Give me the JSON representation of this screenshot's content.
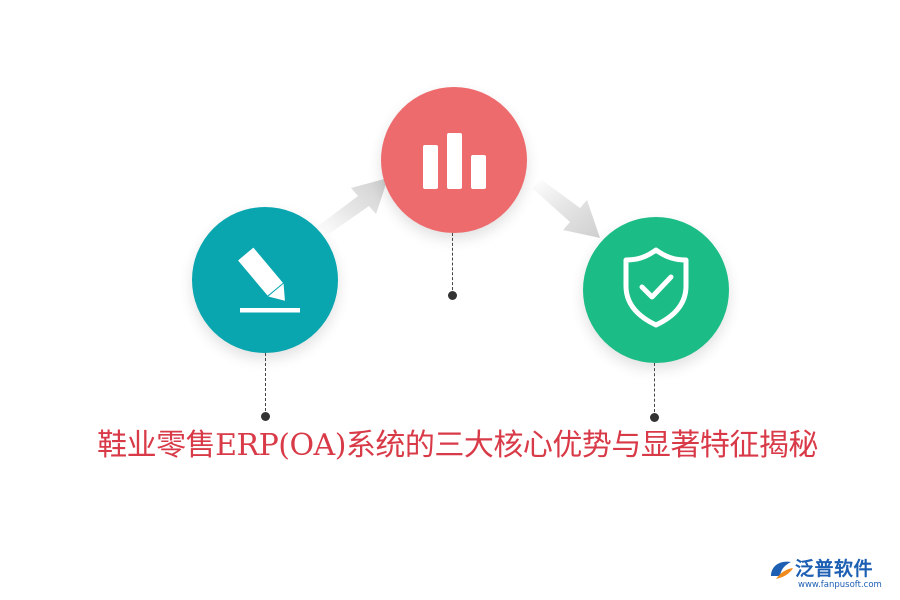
{
  "title": "鞋业零售ERP(OA)系统的三大核心优势与显著特征揭秘",
  "nodes": [
    {
      "icon": "pencil-icon",
      "color": "#0aa6af"
    },
    {
      "icon": "bar-chart-icon",
      "color": "#ee6b6d"
    },
    {
      "icon": "shield-check-icon",
      "color": "#1bbc86"
    }
  ],
  "connectors": {
    "color": "#444444"
  },
  "arrows": {
    "color": "#d7d7d7"
  },
  "brand": {
    "name": "泛普软件",
    "url": "www.fanpusoft.com",
    "color": "#1d5fb3"
  }
}
